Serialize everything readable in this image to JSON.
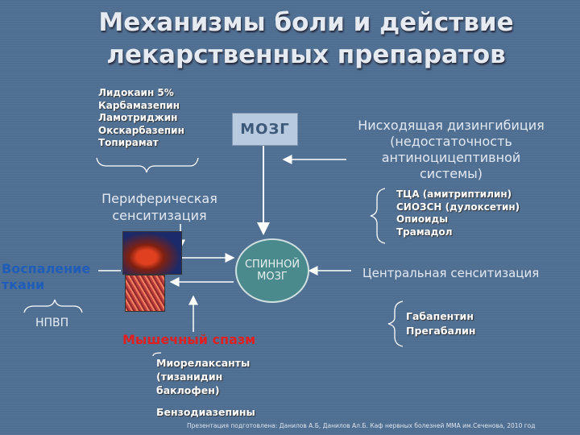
{
  "title": "Механизмы боли и действие лекарственных препаратов",
  "top_drugs": [
    "Лидокаин 5%",
    "Карбамазепин",
    "Ламотриджин",
    "Окскарбазепин",
    "Топирамат"
  ],
  "brain_box": "МОЗГ",
  "descending": [
    "Нисходящая дизингибиция",
    "(недостаточность",
    "антиноцицептивной",
    "системы)"
  ],
  "peripheral": [
    "Периферическая",
    "сенситизация"
  ],
  "right_drugs": [
    "ТЦА (амитриптилин)",
    "СИОЗСН (дулоксетин)",
    "Опиоиды",
    "Трамадол"
  ],
  "inflammation": [
    "Воспаление",
    "ткани"
  ],
  "spinal": [
    "СПИННОЙ",
    "МОЗГ"
  ],
  "central": "Центральная сенситизация",
  "nsaid": "НПВП",
  "gaba": [
    "Габапентин",
    "Прегабалин"
  ],
  "muscle": "Мышечный спазм",
  "relax": [
    "Миорелаксанты",
    "(тизанидин",
    "баклофен)"
  ],
  "benzo": "Бензодиазепины",
  "footer": "Презентация подготовлена: Данилов А.Б, Данилов Ал.Б. Каф нервных болезней ММА им.Сеченова, 2010 год"
}
